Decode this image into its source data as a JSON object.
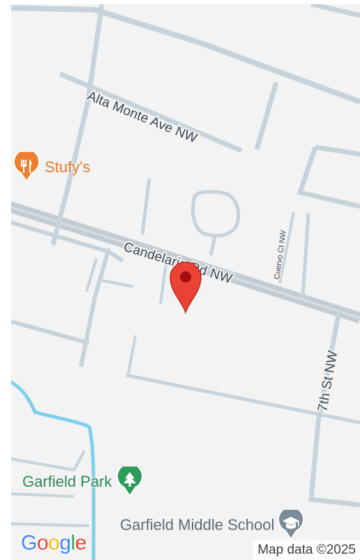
{
  "map": {
    "streets": {
      "alta_monte": "Alta Monte Ave NW",
      "candelaria": "Candelaria Rd NW",
      "cuervo": "Cuervo Ct NW",
      "seventh": "7th St NW"
    },
    "pois": {
      "restaurant": {
        "name": "Stufy's",
        "icon": "restaurant-icon",
        "color": "#ee7d2e"
      },
      "park": {
        "name": "Garfield Park",
        "icon": "tree-icon",
        "color": "#2d9b5a"
      },
      "school": {
        "name": "Garfield Middle School",
        "icon": "graduation-cap-icon",
        "color": "#7b8b97"
      }
    },
    "marker": {
      "icon": "location-pin-icon",
      "color": "#ea4335"
    },
    "branding": {
      "logo_letters": [
        "G",
        "o",
        "o",
        "g",
        "l",
        "e"
      ],
      "logo_colors": [
        "#4285f4",
        "#ea4335",
        "#fbbc05",
        "#4285f4",
        "#34a853",
        "#ea4335"
      ],
      "attribution": "Map data ©2025"
    },
    "colors": {
      "land": "#f3f3f4",
      "road": "#c7d3db",
      "arterial": "#c3ccd3",
      "water": "#7fd0ec"
    }
  }
}
